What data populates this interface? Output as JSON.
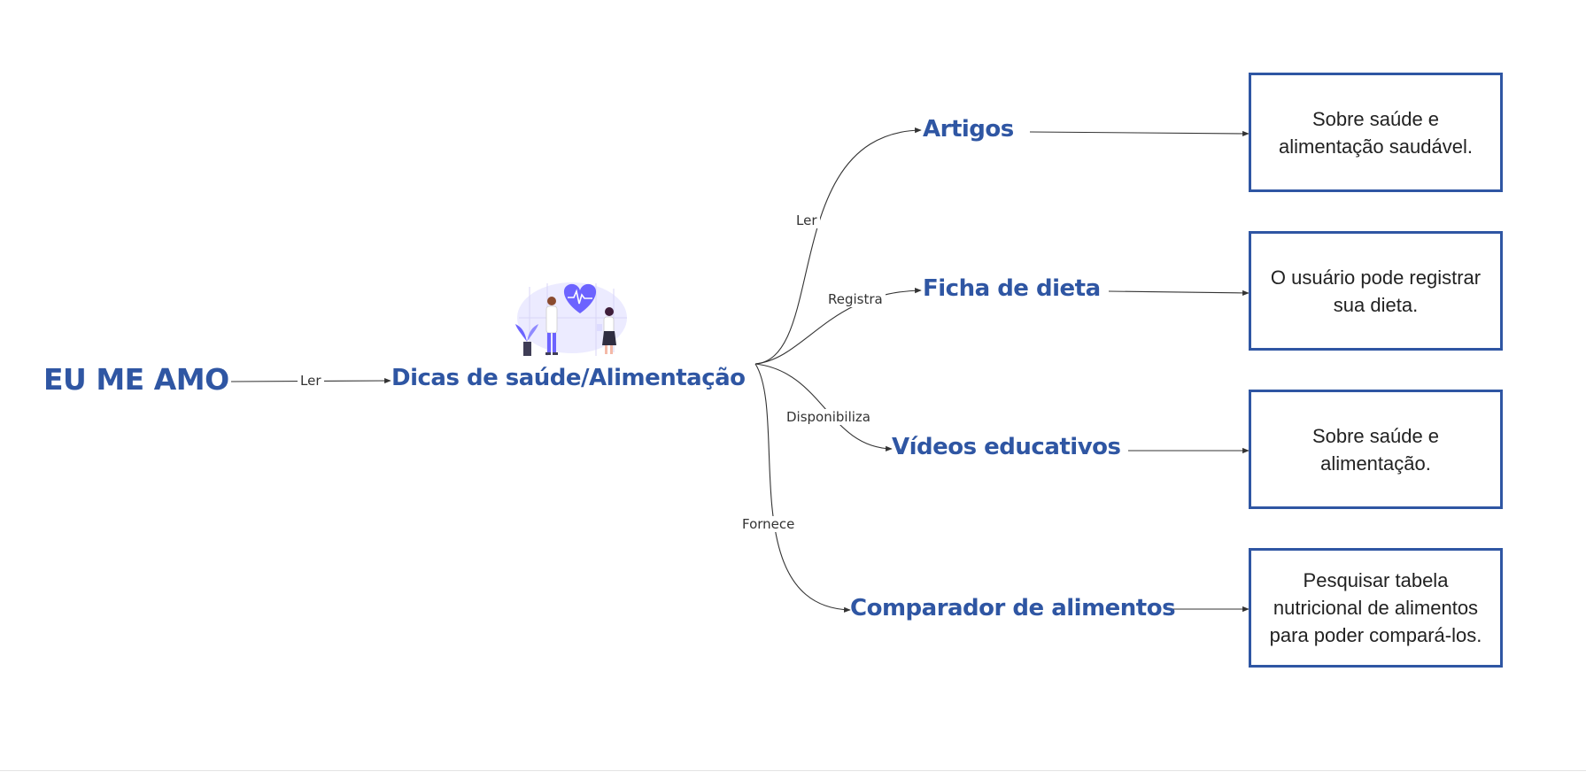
{
  "colors": {
    "node_text": "#2f56a3",
    "box_border": "#2f56a3",
    "edge": "#333333",
    "illustration_accent": "#6c63ff"
  },
  "nodes": {
    "root": "EU ME AMO",
    "hub": "Dicas de saúde/Alimentação",
    "artigos": "Artigos",
    "ficha": "Ficha de dieta",
    "videos": "Vídeos educativos",
    "comparador": "Comparador de alimentos"
  },
  "edges": {
    "root_hub": "Ler",
    "hub_artigos": "Ler",
    "hub_ficha": "Registra",
    "hub_videos": "Disponibiliza",
    "hub_comparador": "Fornece"
  },
  "boxes": {
    "artigos": [
      "Sobre saúde e",
      "alimentação saudável."
    ],
    "ficha": [
      "O usuário pode registrar",
      "sua dieta."
    ],
    "videos": [
      "Sobre saúde e",
      "alimentação."
    ],
    "comparador": [
      "Pesquisar tabela",
      "nutricional de alimentos",
      "para poder compará-los."
    ]
  },
  "illustration": {
    "name": "doctors-heart-illustration",
    "icon": "heart-pulse-icon"
  }
}
